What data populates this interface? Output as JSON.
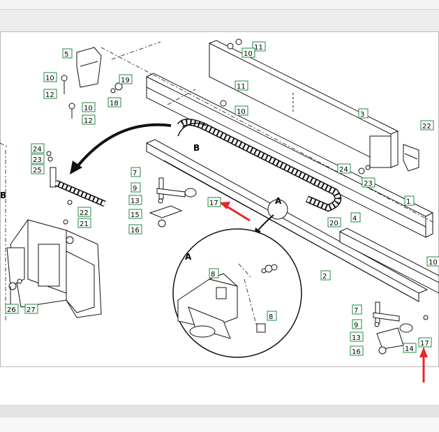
{
  "callouts": {
    "c1": "1",
    "c2": "2",
    "c3": "3",
    "c4": "4",
    "c5": "5",
    "c7": "7",
    "c8": "8",
    "c9": "9",
    "c10": "10",
    "c11": "11",
    "c12": "12",
    "c13": "13",
    "c14": "14",
    "c15": "15",
    "c16": "16",
    "c17": "17",
    "c18": "18",
    "c19": "19",
    "c20": "20",
    "c21": "21",
    "c22": "22",
    "c23": "23",
    "c24": "24",
    "c25": "25",
    "c26": "26",
    "c27": "27"
  },
  "labels": {
    "detail_a": "A",
    "detail_b": "B"
  },
  "colors": {
    "callout_border": "#1f8a3c",
    "arrow_red": "#e8262b",
    "line": "#111111"
  }
}
